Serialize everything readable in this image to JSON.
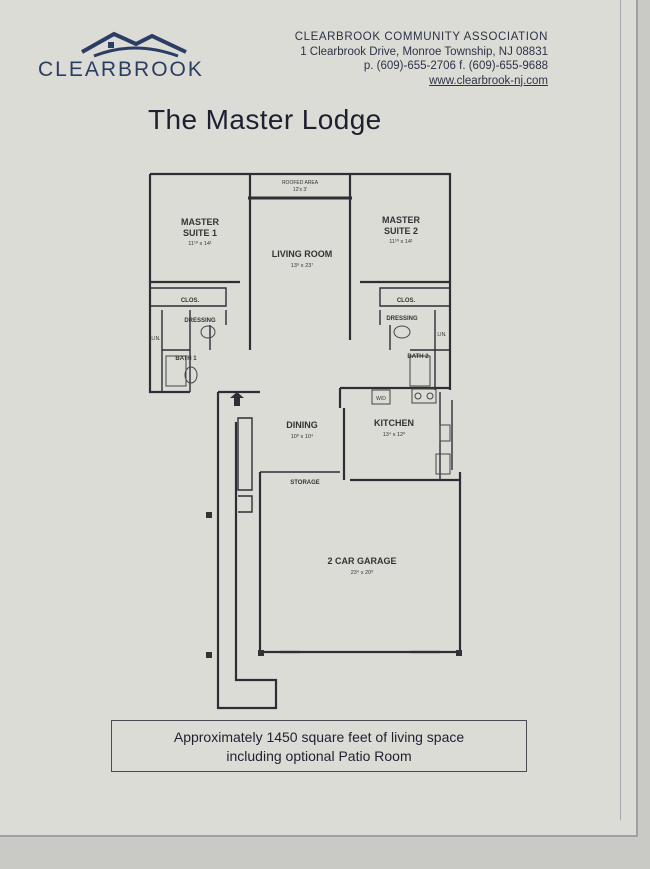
{
  "header": {
    "logo_text": "CLEARBROOK",
    "association": "CLEARBROOK COMMUNITY ASSOCIATION",
    "address": "1 Clearbrook Drive, Monroe Township, NJ 08831",
    "phones": "p. (609)-655-2706 f. (609)-655-9688",
    "website": "www.clearbrook-nj.com"
  },
  "title": "The Master Lodge",
  "rooms": {
    "roofed_area": "ROOFED AREA",
    "roofed_area_dim": "12'x 3'",
    "master_suite_1": "MASTER",
    "master_suite_1b": "SUITE 1",
    "master_suite_1_dim": "11¹⁰ x 14¹",
    "living_room": "LIVING ROOM",
    "living_room_dim": "13⁹ x 23⁷",
    "master_suite_2": "MASTER",
    "master_suite_2b": "SUITE 2",
    "master_suite_2_dim": "11¹⁰ x 14¹",
    "clos": "CLOS.",
    "dressing": "DRESSING",
    "lin": "LIN.",
    "bath1": "BATH 1",
    "bath2": "BATH 2",
    "dining": "DINING",
    "dining_dim": "10⁰ x 10⁴",
    "kitchen": "KITCHEN",
    "kitchen_dim": "13⁴ x 12⁰",
    "storage": "STORAGE",
    "garage": "2 CAR GARAGE",
    "garage_dim": "23⁴ x 20⁰",
    "w_d": "W/D"
  },
  "caption": {
    "line1": "Approximately 1450 square feet of living space",
    "line2": "including optional Patio Room"
  }
}
